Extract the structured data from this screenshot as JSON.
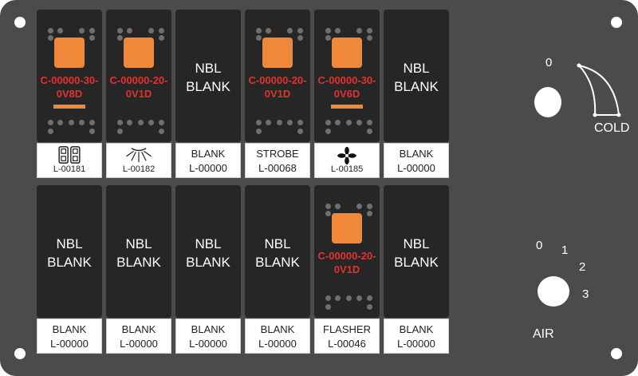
{
  "switches": [
    {
      "type": "lit",
      "code": [
        "C-00000-30-",
        "0V8D"
      ],
      "label_icon": "double-square-icon",
      "label_line2": "L-00181",
      "bar": true
    },
    {
      "type": "lit",
      "code": [
        "C-00000-20-",
        "0V1D"
      ],
      "label_icon": "light-rays-icon",
      "label_line2": "L-00182",
      "bar": false
    },
    {
      "type": "blank",
      "nbl": [
        "NBL",
        "BLANK"
      ],
      "label_line1": "BLANK",
      "label_line2": "L-00000"
    },
    {
      "type": "lit",
      "code": [
        "C-00000-20-",
        "0V1D"
      ],
      "label_line1": "STROBE",
      "label_line2": "L-00068",
      "bar": false
    },
    {
      "type": "lit",
      "code": [
        "C-00000-30-",
        "0V6D"
      ],
      "label_icon": "fan-icon",
      "label_line2": "L-00185",
      "bar": true
    },
    {
      "type": "blank",
      "nbl": [
        "NBL",
        "BLANK"
      ],
      "label_line1": "BLANK",
      "label_line2": "L-00000"
    },
    {
      "type": "blank",
      "nbl": [
        "NBL",
        "BLANK"
      ],
      "label_line1": "BLANK",
      "label_line2": "L-00000"
    },
    {
      "type": "blank",
      "nbl": [
        "NBL",
        "BLANK"
      ],
      "label_line1": "BLANK",
      "label_line2": "L-00000"
    },
    {
      "type": "blank",
      "nbl": [
        "NBL",
        "BLANK"
      ],
      "label_line1": "BLANK",
      "label_line2": "L-00000"
    },
    {
      "type": "blank",
      "nbl": [
        "NBL",
        "BLANK"
      ],
      "label_line1": "BLANK",
      "label_line2": "L-00000"
    },
    {
      "type": "lit",
      "code": [
        "C-00000-20-",
        "0V1D"
      ],
      "label_line1": "FLASHER",
      "label_line2": "L-00046",
      "bar": false
    },
    {
      "type": "blank",
      "nbl": [
        "NBL",
        "BLANK"
      ],
      "label_line1": "BLANK",
      "label_line2": "L-00000"
    }
  ],
  "temp_dial": {
    "zero": "0",
    "end_label": "COLD"
  },
  "air_dial": {
    "positions": [
      "0",
      "1",
      "2",
      "3"
    ],
    "label": "AIR"
  },
  "colors": {
    "panel": "#4b4b4b",
    "rocker": "#262626",
    "led": "#f0883a",
    "code_text": "#e63030",
    "dot": "#6f6f6f"
  }
}
